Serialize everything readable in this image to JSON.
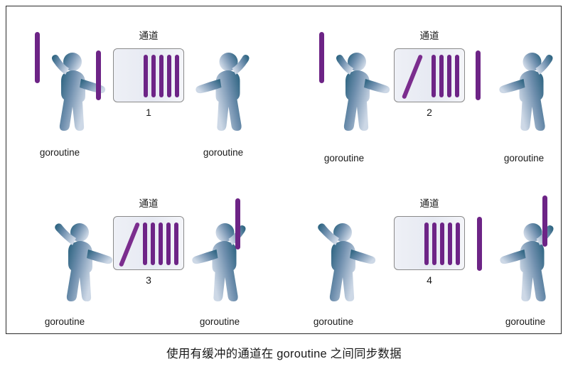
{
  "caption": "使用有缓冲的通道在 goroutine 之间同步数据",
  "colors": {
    "bar_purple": "#6d2486",
    "bar_purple_light": "#7b2d8e",
    "figure_dark": "#1f5b77",
    "figure_mid": "#5a7fa3",
    "figure_light": "#b9c8da",
    "box_border": "#8a8a8a",
    "box_fill": "#e9ecf4",
    "frame_border": "#2b2b2b",
    "text": "#1a1a1a"
  },
  "labels": {
    "channel": "通道",
    "goroutine": "goroutine"
  },
  "panels": [
    {
      "step": "1",
      "channel_label": "通道",
      "left_goroutine_label": "goroutine",
      "right_goroutine_label": "goroutine",
      "bars_in_channel": 5,
      "diagonal_bar": false,
      "left_person_pose": "arm-up-holding-bar",
      "right_person_pose": "arm-up-empty",
      "left_held_bars": 2,
      "right_held_bars": 0
    },
    {
      "step": "2",
      "channel_label": "通道",
      "left_goroutine_label": "goroutine",
      "right_goroutine_label": "goroutine",
      "bars_in_channel": 4,
      "diagonal_bar": true,
      "left_person_pose": "arm-up-holding-bar",
      "right_person_pose": "arm-up-empty",
      "left_held_bars": 1,
      "right_held_bars": 1
    },
    {
      "step": "3",
      "channel_label": "通道",
      "left_goroutine_label": "goroutine",
      "right_goroutine_label": "goroutine",
      "bars_in_channel": 5,
      "diagonal_bar": true,
      "left_person_pose": "arm-up-empty",
      "right_person_pose": "arm-up-holding-bar",
      "left_held_bars": 0,
      "right_held_bars": 1
    },
    {
      "step": "4",
      "channel_label": "通道",
      "left_goroutine_label": "goroutine",
      "right_goroutine_label": "goroutine",
      "bars_in_channel": 5,
      "diagonal_bar": false,
      "left_person_pose": "arm-up-empty",
      "right_person_pose": "arm-up-holding-bar",
      "left_held_bars": 0,
      "right_held_bars": 2
    }
  ]
}
